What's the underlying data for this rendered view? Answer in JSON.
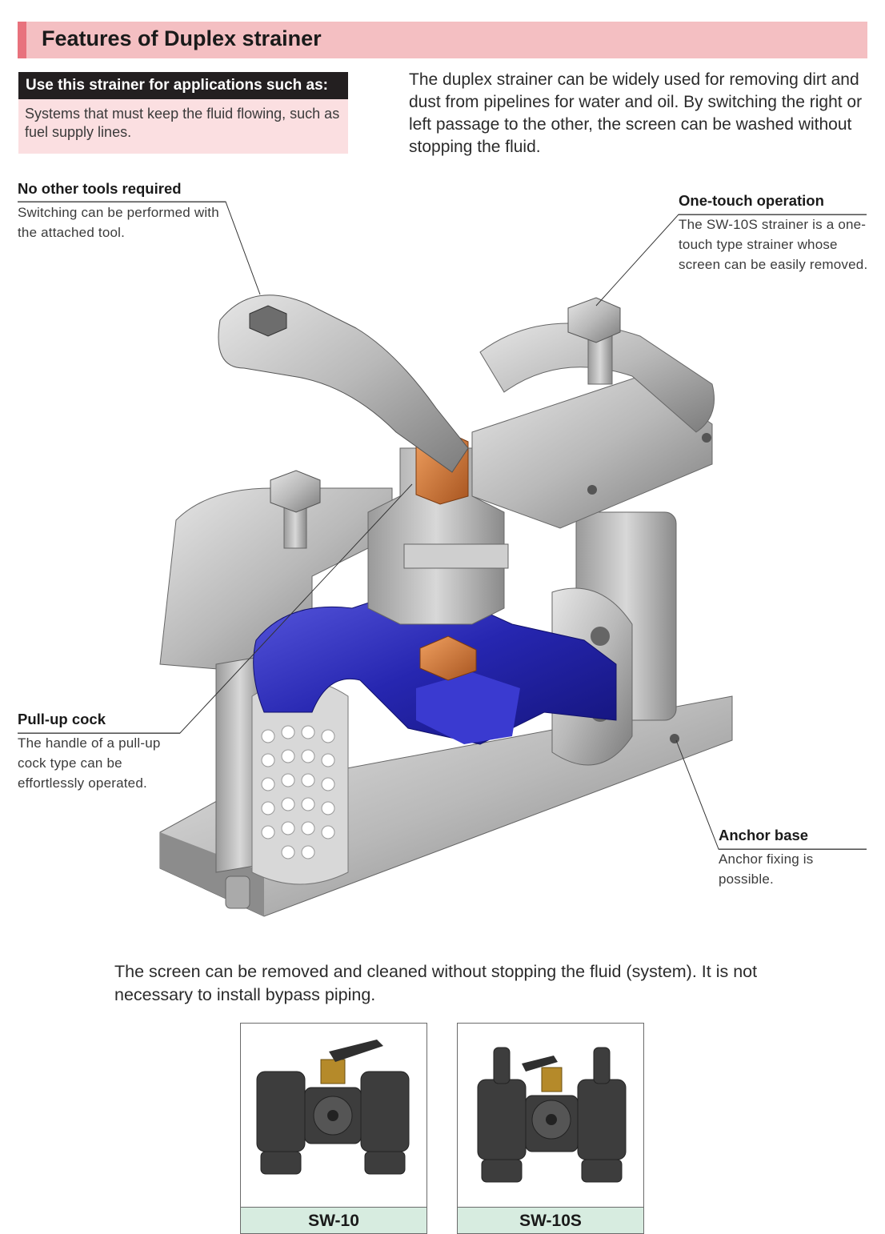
{
  "header": {
    "title": "Features of Duplex strainer"
  },
  "applications": {
    "heading": "Use this strainer for applications such as:",
    "body": "Systems that must keep the fluid flowing, such as fuel supply lines."
  },
  "intro": "The duplex strainer can be widely used for removing dirt and dust from pipelines for water and oil. By switching the right or left passage to the other, the screen can be washed without stopping the fluid.",
  "features": [
    {
      "title": "No other tools required",
      "desc": "Switching can be performed with the attached tool."
    },
    {
      "title": "One-touch operation",
      "desc": "The SW-10S strainer is a one-touch type strainer whose screen can be easily removed."
    },
    {
      "title": "Pull-up cock",
      "desc": "The handle of a pull-up cock type can be effortlessly operated."
    },
    {
      "title": "Anchor base",
      "desc": "Anchor fixing is possible."
    }
  ],
  "bottom_text": "The screen can be removed and cleaned without stopping the fluid (system). It is not necessary to install bypass piping.",
  "products": [
    {
      "label": "SW-10"
    },
    {
      "label": "SW-10S"
    }
  ],
  "colors": {
    "accent": "#e8727d",
    "band": "#f4bfc2",
    "pink_box": "#fbdfe1",
    "label_bg": "#d7ece0",
    "fluid_blue": "#2a2ab8",
    "copper": "#c8702e"
  }
}
